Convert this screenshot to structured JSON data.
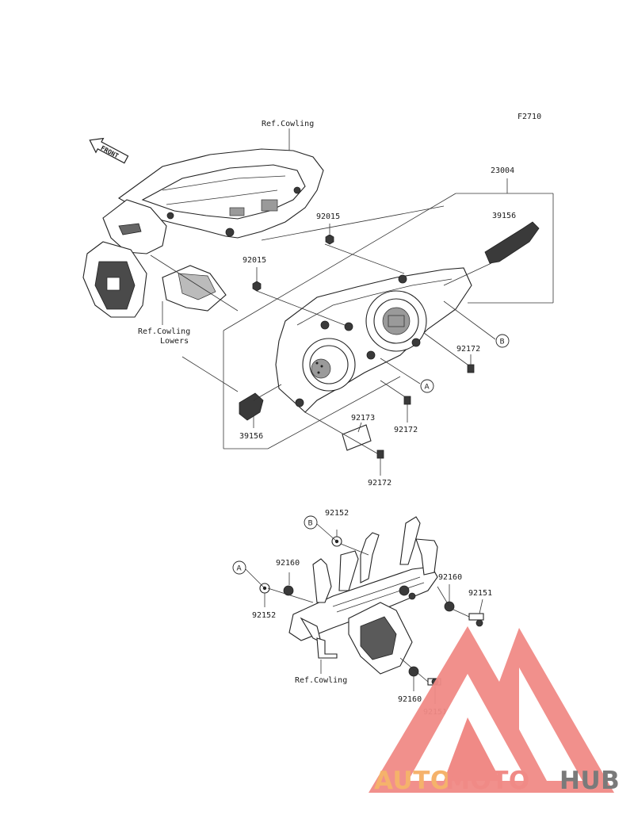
{
  "figure_code": "F2710",
  "front_arrow_label": "FRONT",
  "labels": {
    "ref_cowling_top": "Ref.Cowling",
    "ref_cowling_lowers_1": "Ref.Cowling",
    "ref_cowling_lowers_2": "Lowers",
    "ref_cowling_bottom": "Ref.Cowling",
    "part_23004": "23004",
    "part_39156_top": "39156",
    "part_39156_bottom": "39156",
    "part_92015_a": "92015",
    "part_92015_b": "92015",
    "part_92172_a": "92172",
    "part_92172_b": "92172",
    "part_92172_c": "92172",
    "part_92173": "92173",
    "part_92152_a": "92152",
    "part_92152_b": "92152",
    "part_92160_a": "92160",
    "part_92160_b": "92160",
    "part_92160_c": "92160",
    "part_92151_a": "92151",
    "part_92151_b": "92151"
  },
  "callouts": {
    "a_top": "A",
    "b_top": "B",
    "a_bottom": "A",
    "b_bottom": "B"
  },
  "watermark": {
    "part1": "AUTO",
    "part2": "MOTO",
    "part3": "HUB",
    "color_orange": "#f5b26b",
    "color_red": "#f08a86",
    "color_gray": "#7a7a7a"
  }
}
